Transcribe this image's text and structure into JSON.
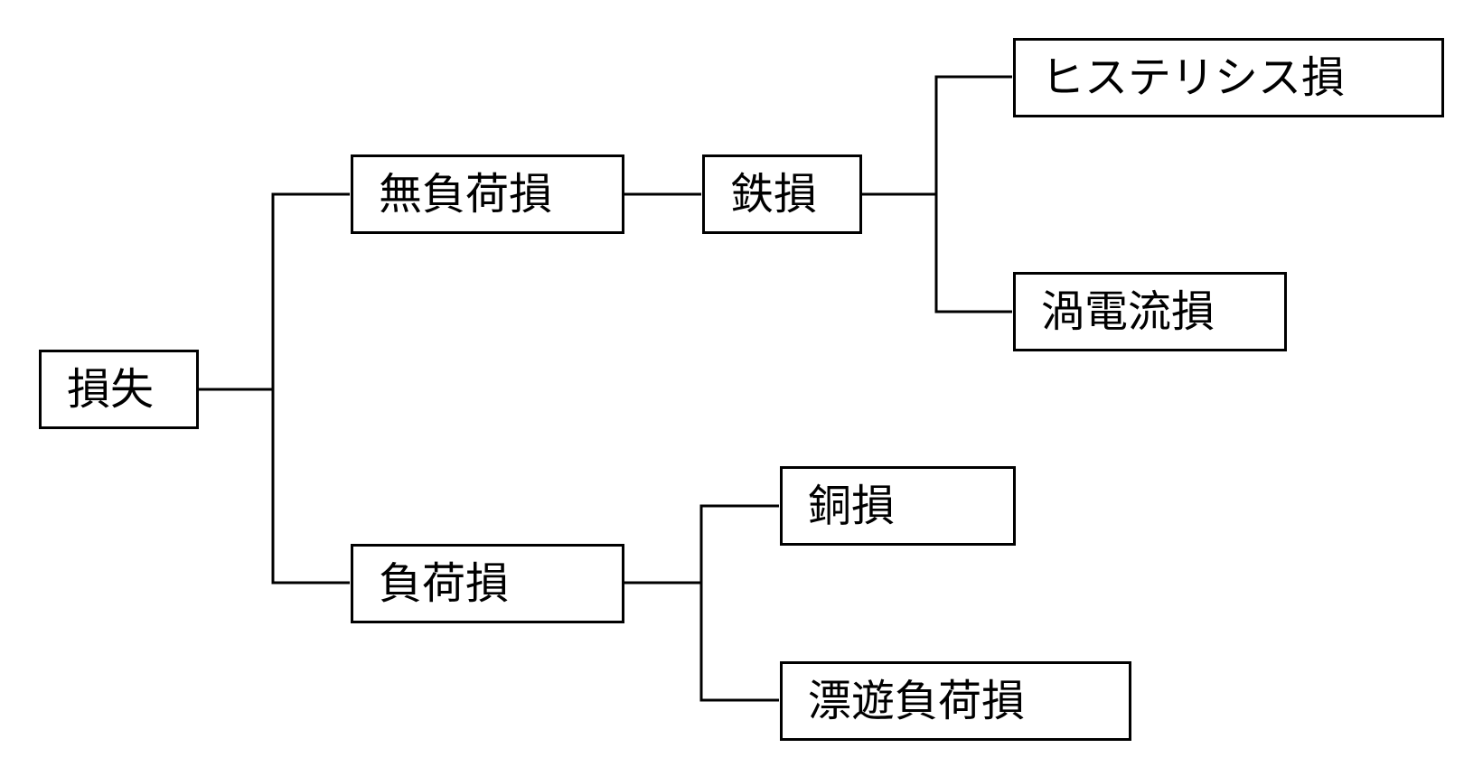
{
  "diagram": {
    "root": "損失",
    "no_load_loss": "無負荷損",
    "load_loss": "負荷損",
    "iron_loss": "鉄損",
    "hysteresis_loss": "ヒステリシス損",
    "eddy_current_loss": "渦電流損",
    "copper_loss": "銅損",
    "stray_load_loss": "漂遊負荷損"
  }
}
